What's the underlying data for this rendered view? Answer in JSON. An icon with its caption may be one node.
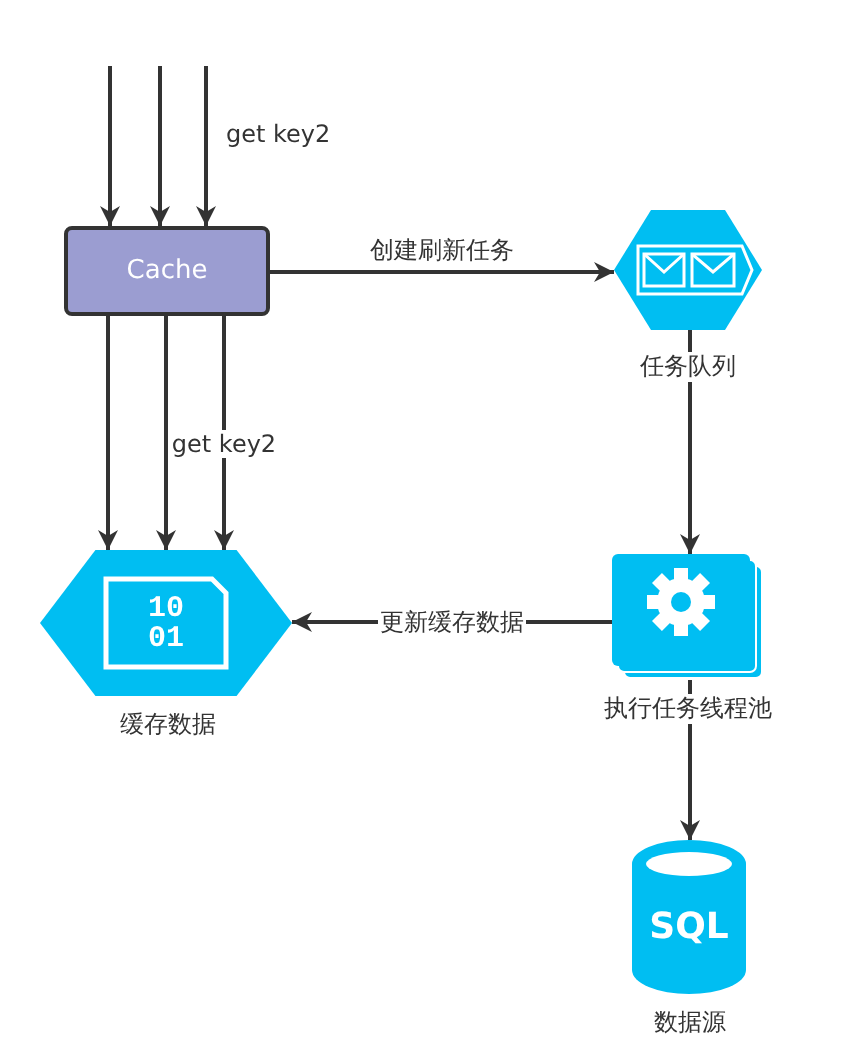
{
  "diagram": {
    "nodes": [
      {
        "text": [
          "Cache"
        ]
      },
      {
        "text": [],
        "shape": "hexagon",
        "beside": [
          "任务队列"
        ]
      },
      {
        "text": [
          "10 01"
        ],
        "beside": [
          "缓存数据"
        ]
      },
      {
        "text": [],
        "shape": "box",
        "beside": [
          "执行任务线程池"
        ]
      },
      {
        "text": [
          "SQL"
        ],
        "beside": [
          "数据源"
        ]
      }
    ],
    "edges": [
      {
        "from": null,
        "to": 0,
        "arrow": "to"
      },
      {
        "from": null,
        "to": 0,
        "arrow": "to"
      },
      {
        "from": null,
        "to": 0,
        "arrow": "to",
        "label": "get key2"
      },
      {
        "from": 0,
        "to": 1,
        "arrow": "to",
        "label": "创建刷新任务"
      },
      {
        "from": 0,
        "to": 2,
        "arrow": "to"
      },
      {
        "from": 0,
        "to": 2,
        "arrow": "to"
      },
      {
        "from": 0,
        "to": 2,
        "arrow": "to",
        "label": "get key2"
      },
      {
        "from": 1,
        "to": 3,
        "arrow": "to"
      },
      {
        "from": 3,
        "to": 2,
        "arrow": "to",
        "label": "更新缓存数据"
      },
      {
        "from": 3,
        "to": 4,
        "arrow": "to"
      }
    ]
  }
}
